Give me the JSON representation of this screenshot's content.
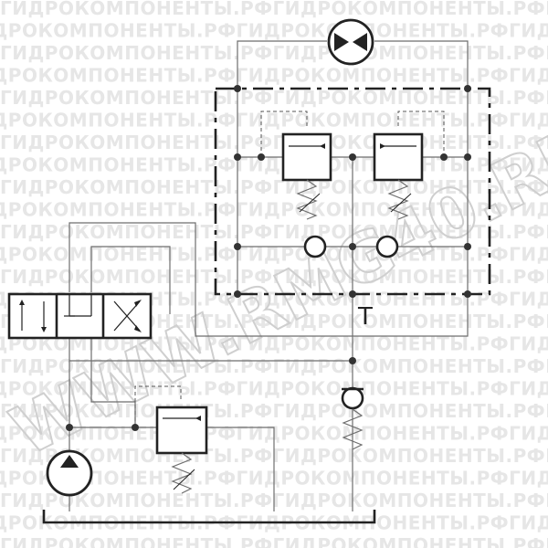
{
  "watermark": {
    "line_text": "ГИДРОКОМПОНЕНТЫ.РФГИДРОКОМПОНЕНТЫ.РФГИДРОКОМПОНЕНТЫ.РФ",
    "diagonal_text": "WWW.RMG40.RU"
  },
  "diagram": {
    "tank_port_label": "T"
  },
  "colors": {
    "line": "#6e6e6e",
    "frame": "#222222",
    "watermark": "#e6e6e6"
  }
}
